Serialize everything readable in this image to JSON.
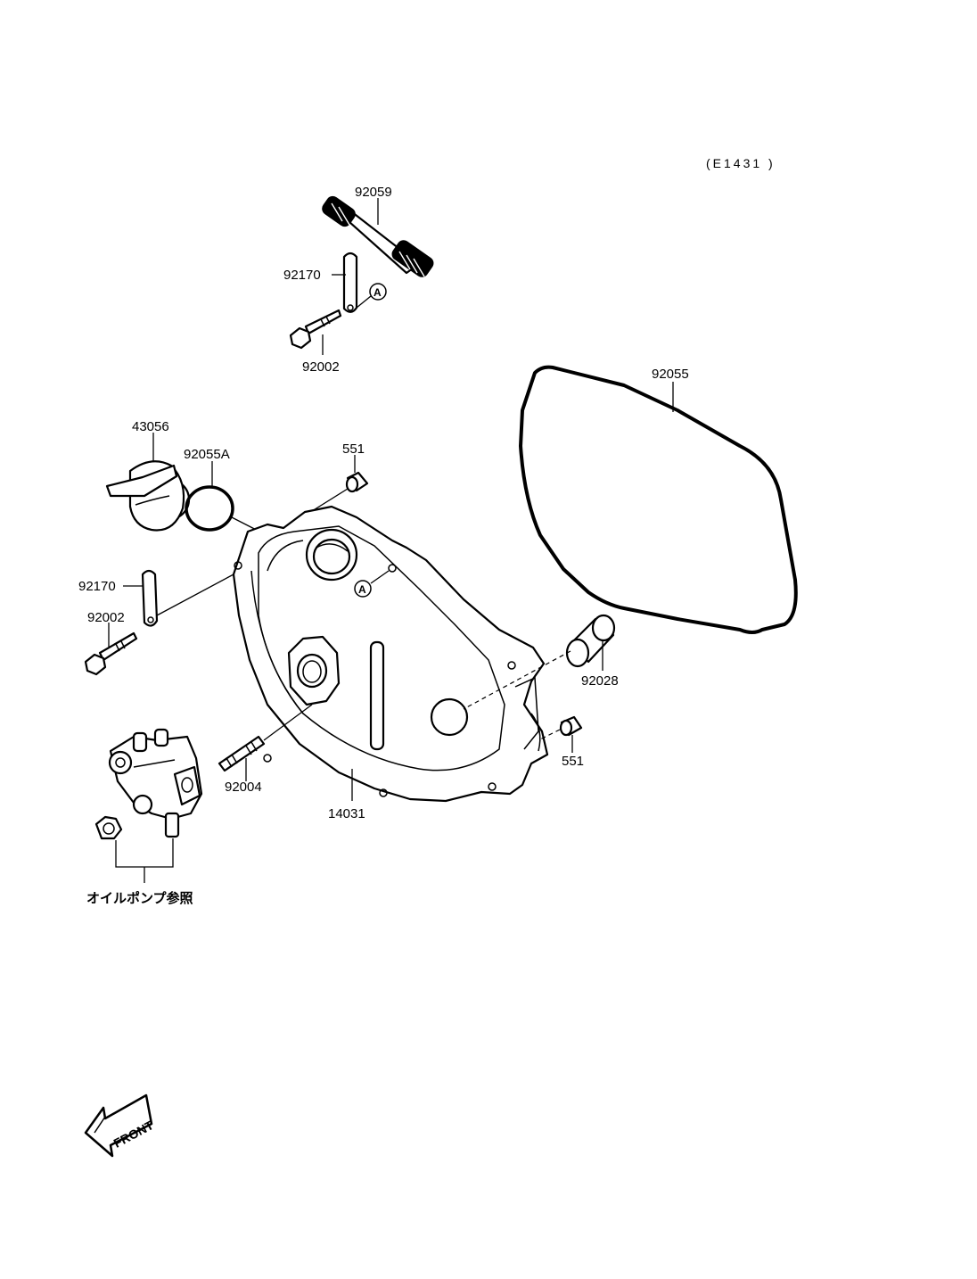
{
  "reference_code": "(E1431 )",
  "labels": {
    "p92059": "92059",
    "p92170_top": "92170",
    "p92002_top": "92002",
    "p92055": "92055",
    "p43056": "43056",
    "p92055A": "92055A",
    "p551_top": "551",
    "p92170_left": "92170",
    "p92002_left": "92002",
    "p92028": "92028",
    "p551_right": "551",
    "p92004": "92004",
    "p14031": "14031",
    "oil_pump_ref": "オイルポンプ参照"
  },
  "markers": {
    "a_top": "A",
    "a_cover": "A"
  },
  "front_arrow": "FRONT"
}
